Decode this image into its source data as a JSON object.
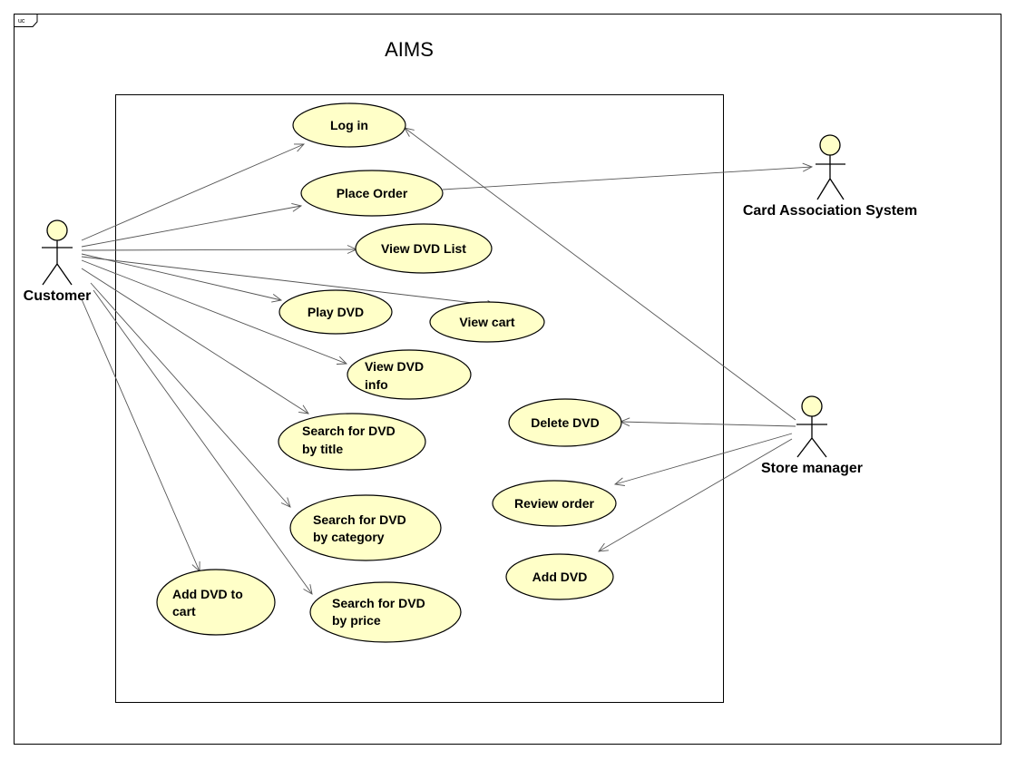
{
  "diagram": {
    "frame_tag": "uc",
    "system_name": "AIMS"
  },
  "actors": {
    "customer": "Customer",
    "card_system": "Card Association System",
    "store_manager": "Store manager"
  },
  "use_cases": {
    "log_in": [
      "Log in"
    ],
    "place_order": [
      "Place Order"
    ],
    "view_dvd_list": [
      "View DVD List"
    ],
    "play_dvd": [
      "Play DVD"
    ],
    "view_cart": [
      "View cart"
    ],
    "view_dvd_info": [
      "View DVD",
      "info"
    ],
    "search_by_title": [
      "Search for DVD",
      "by title"
    ],
    "search_by_category": [
      "Search for DVD",
      "by category"
    ],
    "search_by_price": [
      "Search for DVD",
      "by price"
    ],
    "add_dvd_to_cart": [
      "Add DVD to",
      "cart"
    ],
    "delete_dvd": [
      "Delete DVD"
    ],
    "review_order": [
      "Review order"
    ],
    "add_dvd": [
      "Add DVD"
    ]
  }
}
